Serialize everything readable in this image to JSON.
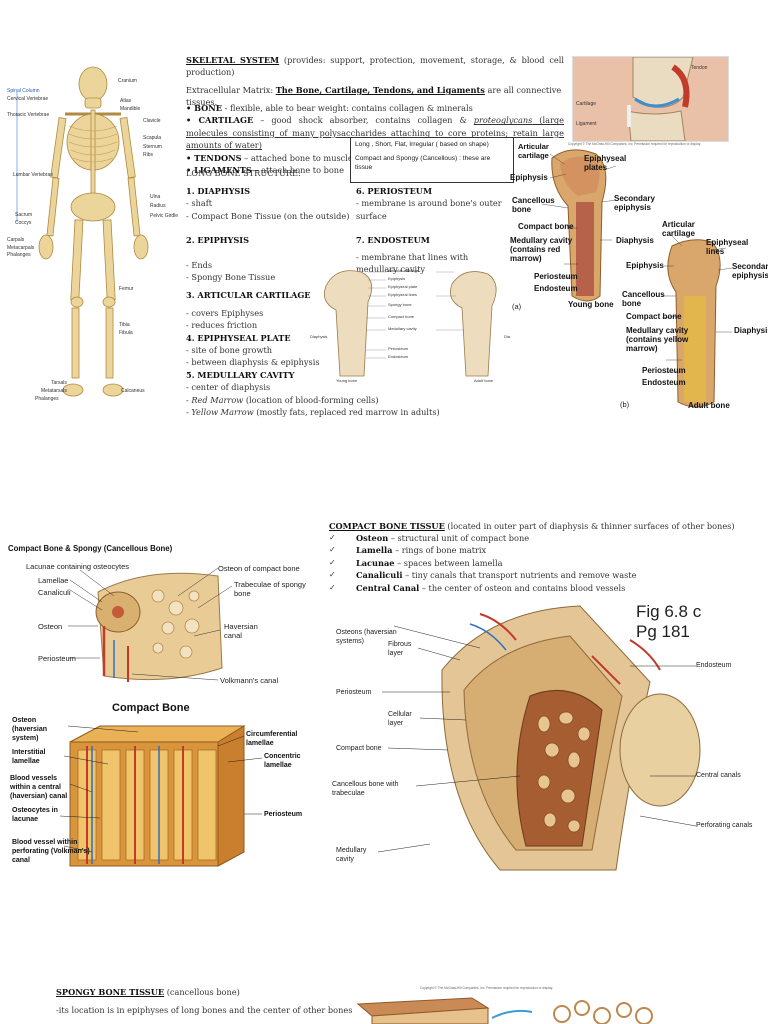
{
  "skeletal": {
    "heading": "SKELETAL SYSTEM",
    "provides": "(provides: support, protection, movement, storage, & blood cell production)",
    "matrix_prefix": "Extracellular Matrix: ",
    "matrix_link": "The Bone, Cartilage, Tendons, and Ligaments",
    "matrix_suffix": " are all connective tissues.",
    "bullets": [
      {
        "term": "• BONE",
        "text": " - flexible, able to bear weight: contains collagen & minerals"
      },
      {
        "term": "• CARTILAGE",
        "text": " – good shock absorber, contains collagen & ",
        "italic": "proteoglycans",
        "extra": " (large molecules consisting of many polysaccharides attaching to core proteins; retain large amounts of water)"
      },
      {
        "term": "• TENDONS",
        "text": " – attached bone to muscle"
      },
      {
        "term": "• LIGAMENTS",
        "text": " – attach bone to bone"
      }
    ],
    "box_line1": "Long , Short, Flat, Irregular ( based on shape)",
    "box_line2": "Compact and Spongy (Cancellous) : these are tissue",
    "long_bone_title": "LONG BONE STRUCTURE:",
    "left_col": [
      {
        "title": "1. DIAPHYSIS",
        "lines": [
          "- shaft",
          "- Compact Bone Tissue (on the outside)"
        ]
      },
      {
        "title": "2. EPIPHYSIS",
        "lines": [
          "- Ends",
          "- Spongy Bone Tissue"
        ]
      },
      {
        "title": "3. ARTICULAR CARTILAGE",
        "lines": [
          "- covers Epiphyses",
          "- reduces friction"
        ]
      },
      {
        "title": "4. EPIPHYSEAL PLATE",
        "lines": [
          "- site of bone growth",
          "- between diaphysis & epiphysis"
        ]
      },
      {
        "title": "5. MEDULLARY CAVITY",
        "lines": [
          "- center of diaphysis"
        ]
      }
    ],
    "marrow": [
      {
        "term": "- Red Marrow",
        "text": " (location of blood-forming cells)"
      },
      {
        "term": "- Yellow Marrow",
        "text": " (mostly fats, replaced red marrow in adults)"
      }
    ],
    "right_col": [
      {
        "title": "6. PERIOSTEUM",
        "lines": [
          "- membrane is around bone's outer surface"
        ]
      },
      {
        "title": "7. ENDOSTEUM",
        "lines": [
          "- membrane that lines with medullary cavity"
        ]
      }
    ]
  },
  "skeleton_labels": {
    "left": [
      "Spinal Column",
      "Cervical Vertebrae",
      "Thoracic Vertebrae",
      "Lumbar Vertebrae",
      "Sacrum",
      "Coccyx",
      "Carpals",
      "Metacarpals",
      "Phalanges",
      "Tarsals",
      "Metatarsals",
      "Phalanges"
    ],
    "right": [
      "Cranium",
      "Atlas",
      "Mandible",
      "Clavicle",
      "Scapula",
      "Sternum",
      "Ribs",
      "Ulna",
      "Radius",
      "Pelvic Girdle",
      "Femur",
      "Tibia",
      "Fibula",
      "Calcaneus"
    ]
  },
  "knee": {
    "tendon": "Tendon",
    "cartilage": "Cartilage",
    "ligament": "Ligament",
    "copyright": "Copyright © The McGraw-Hill Companies, Inc. Permission required for reproduction or display."
  },
  "bone_fig_a": {
    "labels_left": [
      "Articular cartilage",
      "Epiphysis",
      "Cancellous bone",
      "Compact bone",
      "Medullary cavity (contains red marrow)",
      "Periosteum",
      "Endosteum"
    ],
    "labels_right": [
      "Epiphyseal plates",
      "Secondary epiphysis",
      "Diaphysis"
    ],
    "caption": "Young bone",
    "part": "(a)"
  },
  "bone_fig_b": {
    "labels_left": [
      "Articular cartilage",
      "Epiphysis",
      "Cancellous bone",
      "Compact bone",
      "Medullary cavity (contains yellow marrow)",
      "Periosteum",
      "Endosteum"
    ],
    "labels_right": [
      "Epiphyseal lines",
      "Secondary epiphysis",
      "Diaphysis"
    ],
    "caption": "Adult bone",
    "part": "(b)"
  },
  "small_femur": {
    "labels": [
      "Articular cartilage",
      "Epiphysis",
      "Epiphyseal plate",
      "Epiphyseal lines",
      "Spongy bone",
      "Compact bone",
      "Medullary cavity",
      "Periosteum",
      "Endosteum"
    ],
    "left": "Diaphysis",
    "right": "Dia",
    "young": "Young bone",
    "adult": "Adult bone"
  },
  "compact_spongy": {
    "title": "Compact Bone & Spongy (Cancellous Bone)",
    "labels": [
      "Lacunae containing osteocytes",
      "Lamellae",
      "Canaliculi",
      "Osteon",
      "Periosteum",
      "Osteon of compact bone",
      "Trabeculae of spongy bone",
      "Haversian canal",
      "Volkmann's canal"
    ]
  },
  "compact_bone_fig": {
    "title": "Compact Bone",
    "labels_left": [
      "Osteon (haversian system)",
      "Interstitial lamellae",
      "Blood vessels within a central (haversian) canal",
      "Osteocytes in lacunae",
      "Blood vessel within perforating (Volkman's) canal"
    ],
    "labels_right": [
      "Circumferential lamellae",
      "Concentric lamellae",
      "Periosteum"
    ]
  },
  "compact_tissue": {
    "heading": "COMPACT BONE TISSUE",
    "intro": " (located in outer part of diaphysis & thinner surfaces of other bones)",
    "items": [
      {
        "term": "Osteon",
        "text": " – structural unit of compact bone"
      },
      {
        "term": "Lamella",
        "text": " – rings of bone matrix"
      },
      {
        "term": "Lacunae",
        "text": " – spaces between lamella"
      },
      {
        "term": "Canaliculi",
        "text": " – tiny canals that transport nutrients and remove waste"
      },
      {
        "term": "Central Canal",
        "text": " – the center of osteon and contains blood vessels"
      }
    ]
  },
  "fig68": {
    "caption1": "Fig 6.8 c",
    "caption2": "Pg 181",
    "labels_left": [
      "Osteons (haversian systems)",
      "Fibrous layer",
      "Periosteum",
      "Cellular layer",
      "Compact bone",
      "Cancellous bone with trabeculae",
      "Medullary cavity"
    ],
    "labels_right": [
      "Endosteum",
      "Central canals",
      "Perforating canals"
    ]
  },
  "spongy": {
    "heading": "SPONGY BONE TISSUE",
    "intro": " (cancellous bone)",
    "line": "-its location is in epiphyses of long bones and the center of other bones",
    "copyright": "Copyright © The McGraw-Hill Companies, Inc. Permission required for reproduction or display."
  }
}
